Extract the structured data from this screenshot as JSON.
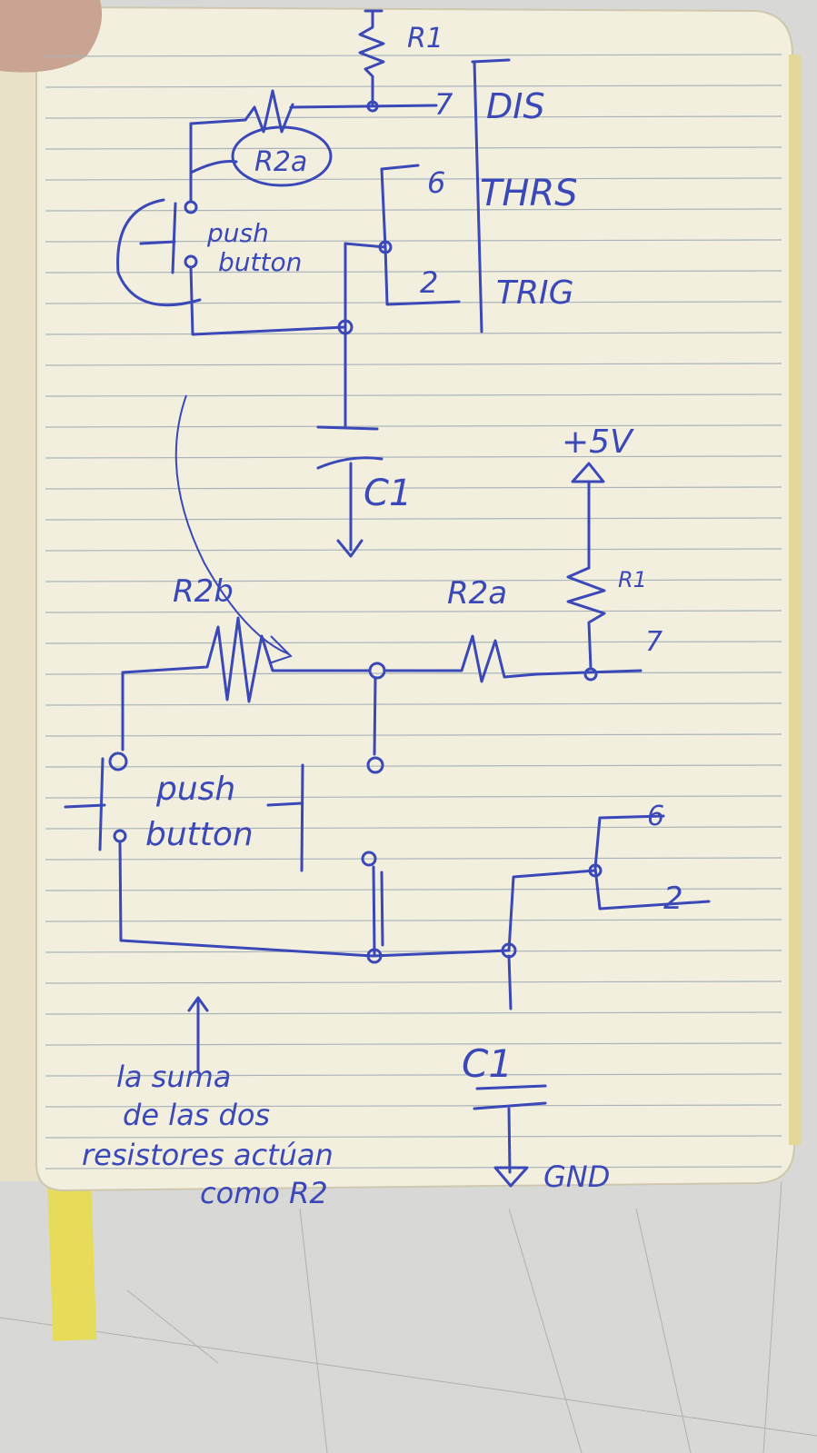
{
  "colors": {
    "background": "#d8d8d6",
    "page": "#f3efdf",
    "ink": "#3a48b8",
    "bookmark": "#e6dc5a"
  },
  "labels": {
    "r1_top": "R1",
    "pin7_top": "7",
    "dis": "DIS",
    "r2a_top": "R2a",
    "pin6_top": "6",
    "thrs": "THRS",
    "push_button_top_1": "push",
    "push_button_top_2": "button",
    "pin2_top": "2",
    "trig": "TRIG",
    "c1_top": "C1",
    "plus5v": "+5V",
    "r2b": "R2b",
    "r2a_bottom": "R2a",
    "r1_bottom": "R1",
    "pin7_bottom": "7",
    "push_button_bottom_1": "push",
    "push_button_bottom_2": "button",
    "pin6_bottom": "6",
    "pin2_bottom": "2",
    "c1_bottom": "C1",
    "gnd": "GND",
    "note_line1": "la suma",
    "note_line2": "de las dos",
    "note_line3": "resistores actúan",
    "note_line4": "como R2"
  }
}
